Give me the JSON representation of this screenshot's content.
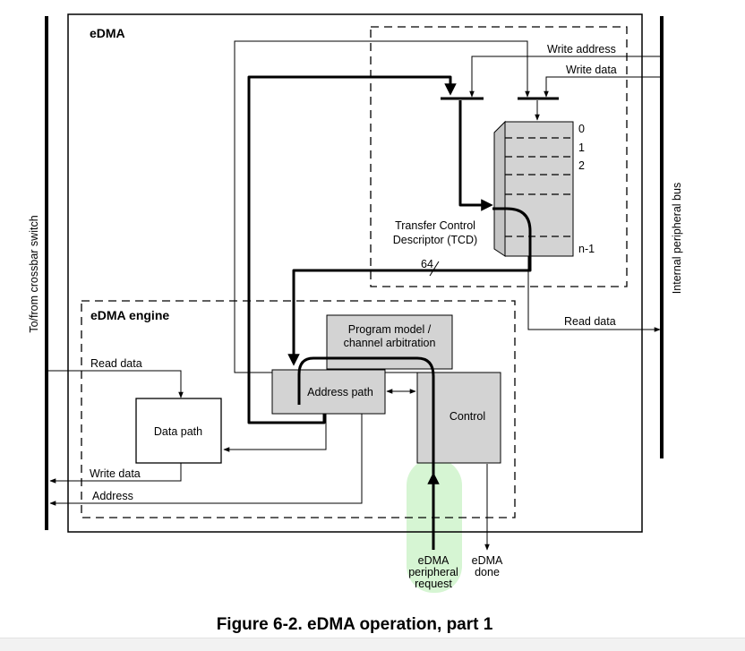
{
  "diagram": {
    "outer_label": "eDMA",
    "engine_label": "eDMA engine",
    "left_bus_label": "To/from crossbar switch",
    "right_bus_label": "Internal peripheral bus",
    "tcd": {
      "label_line1": "Transfer Control",
      "label_line2": "Descriptor (TCD)",
      "rows": [
        "0",
        "1",
        "2",
        "n-1"
      ],
      "bus_width": "64"
    },
    "signals": {
      "write_address": "Write address",
      "write_data_top": "Write data",
      "read_data_right": "Read data",
      "read_data_left": "Read data",
      "write_data_left": "Write data",
      "address_left": "Address"
    },
    "blocks": {
      "program_model_line1": "Program model /",
      "program_model_line2": "channel arbitration",
      "address_path": "Address path",
      "control": "Control",
      "data_path": "Data path"
    },
    "request": {
      "line1": "eDMA",
      "line2": "peripheral",
      "line3": "request"
    },
    "done": {
      "line1": "eDMA",
      "line2": "done"
    },
    "colors": {
      "block_fill": "#d3d3d3",
      "highlight": "#d6f5d3"
    }
  },
  "caption": "Figure 6-2. eDMA operation, part 1"
}
